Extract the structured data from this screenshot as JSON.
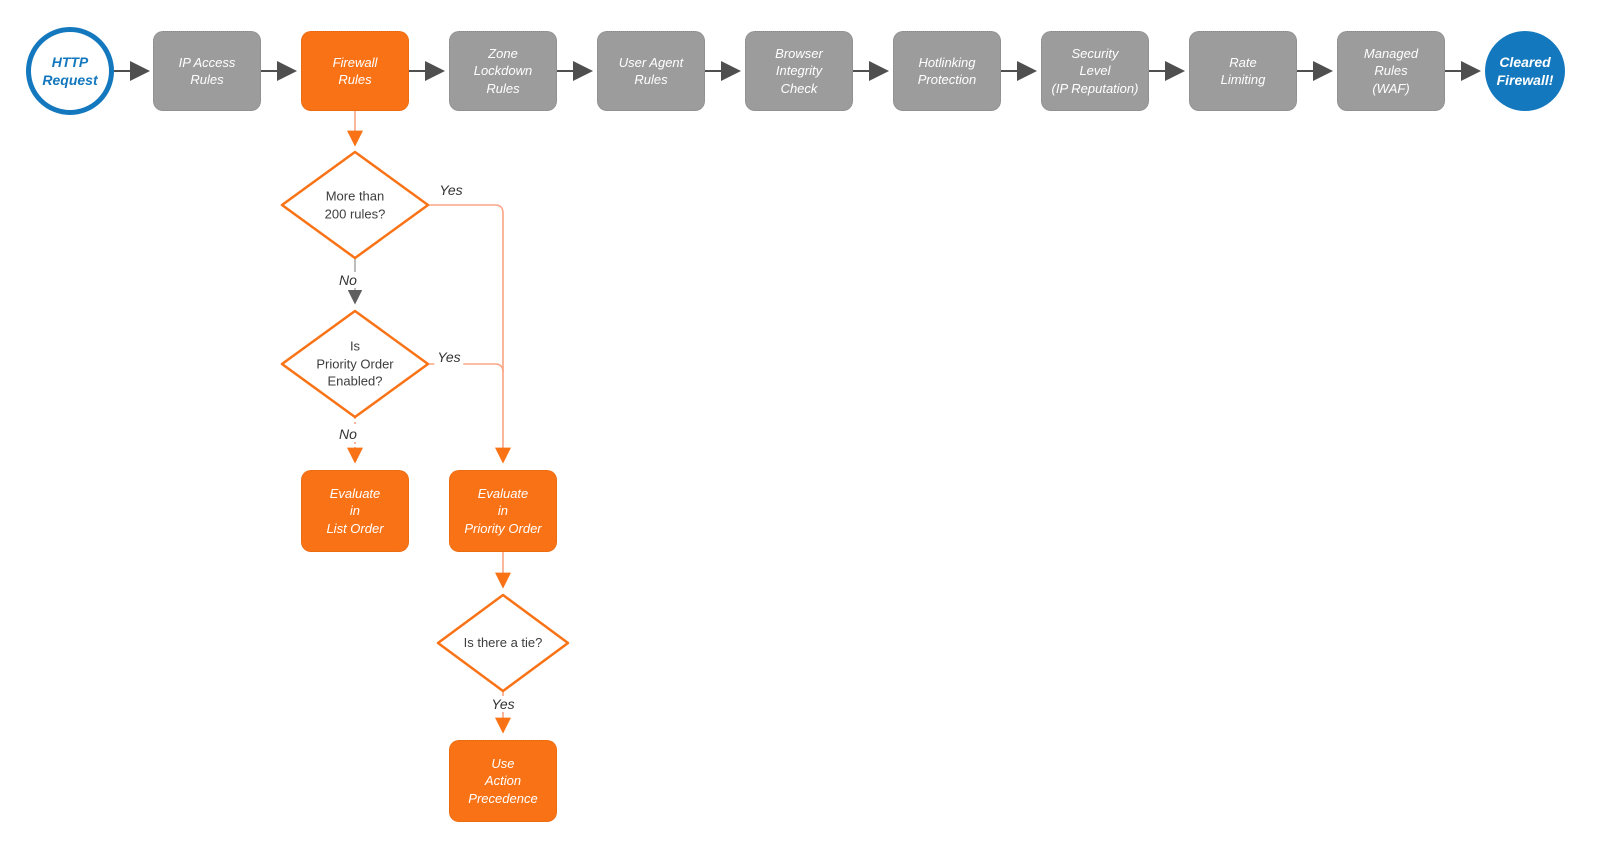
{
  "diagram": {
    "type": "flowchart",
    "subject": "Cloudflare firewall request evaluation pipeline",
    "colors": {
      "accent_orange": "#F97316",
      "connector_salmon": "#F9A584",
      "terminal_blue": "#1478BE",
      "process_gray": "#9C9C9C",
      "arrow_gray": "#4F4F4F",
      "text_dark": "#3D3D3D"
    }
  },
  "pipeline": {
    "start": {
      "label": "HTTP\nRequest"
    },
    "nodes": [
      {
        "label": "IP Access\nRules",
        "state": "default"
      },
      {
        "label": "Firewall\nRules",
        "state": "highlighted"
      },
      {
        "label": "Zone\nLockdown\nRules",
        "state": "default"
      },
      {
        "label": "User Agent\nRules",
        "state": "default"
      },
      {
        "label": "Browser\nIntegrity\nCheck",
        "state": "default"
      },
      {
        "label": "Hotlinking\nProtection",
        "state": "default"
      },
      {
        "label": "Security\nLevel\n(IP Reputation)",
        "state": "default"
      },
      {
        "label": "Rate\nLimiting",
        "state": "default"
      },
      {
        "label": "Managed\nRules\n(WAF)",
        "state": "default"
      }
    ],
    "end": {
      "label": "Cleared\nFirewall!"
    }
  },
  "branch": {
    "decisions": [
      {
        "label": "More than\n200 rules?",
        "yes_label": "Yes",
        "no_label": "No"
      },
      {
        "label": "Is\nPriority Order\nEnabled?",
        "yes_label": "Yes",
        "no_label": "No"
      },
      {
        "label": "Is there a tie?",
        "yes_label": "Yes"
      }
    ],
    "actions": [
      {
        "label": "Evaluate\nin\nList Order"
      },
      {
        "label": "Evaluate\nin\nPriority Order"
      },
      {
        "label": "Use\nAction\nPrecedence"
      }
    ]
  }
}
